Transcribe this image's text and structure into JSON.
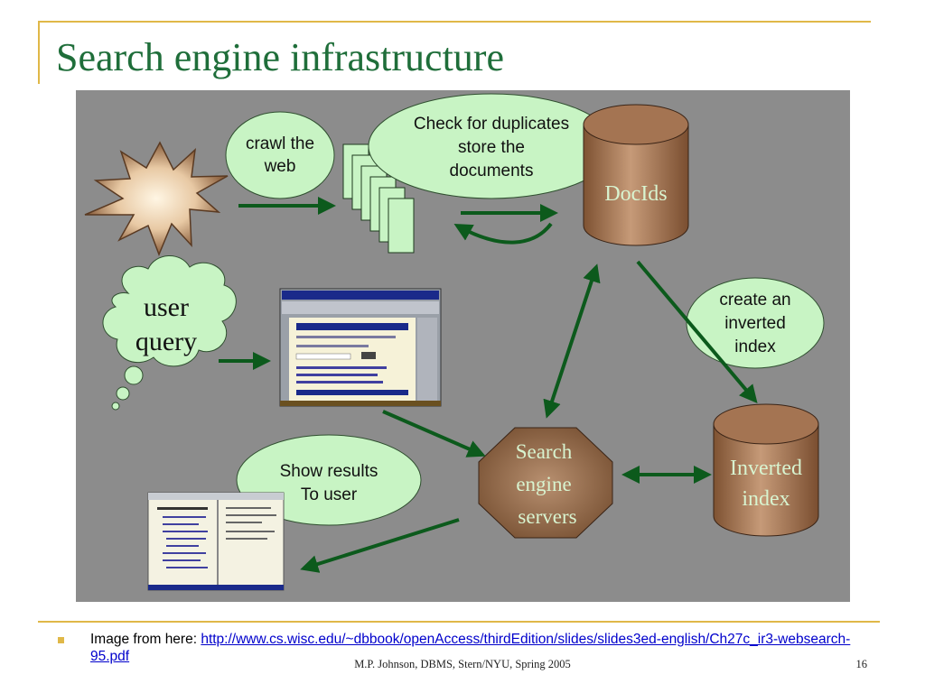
{
  "slide": {
    "title": "Search engine infrastructure",
    "source_prefix": "Image from here: ",
    "source_link": "http://www.cs.wisc.edu/~dbbook/openAccess/thirdEdition/slides/slides3ed-english/Ch27c_ir3-websearch-95.pdf",
    "footer": "M.P. Johnson, DBMS, Stern/NYU, Spring 2005",
    "page_number": "16"
  },
  "diagram": {
    "crawl_line1": "crawl the",
    "crawl_line2": "web",
    "check_line1": "Check for duplicates",
    "check_line2": "store the",
    "check_line3": "documents",
    "docids": "DocIds",
    "query_line1": "user",
    "query_line2": "query",
    "inverted_note_line1": "create an",
    "inverted_note_line2": "inverted",
    "inverted_note_line3": "index",
    "servers_line1": "Search",
    "servers_line2": "engine",
    "servers_line3": "servers",
    "index_line1": "Inverted",
    "index_line2": "index",
    "results_line1": "Show results",
    "results_line2": "To user"
  },
  "colors": {
    "title": "#1f6e3a",
    "rule": "#e0b848",
    "diagram_bg": "#8c8c8c",
    "bubble": "#c8f4c4",
    "arrow": "#0c5a1c",
    "cylinder": "#b07d5a",
    "cylinder_text": "#d8f4d0"
  }
}
